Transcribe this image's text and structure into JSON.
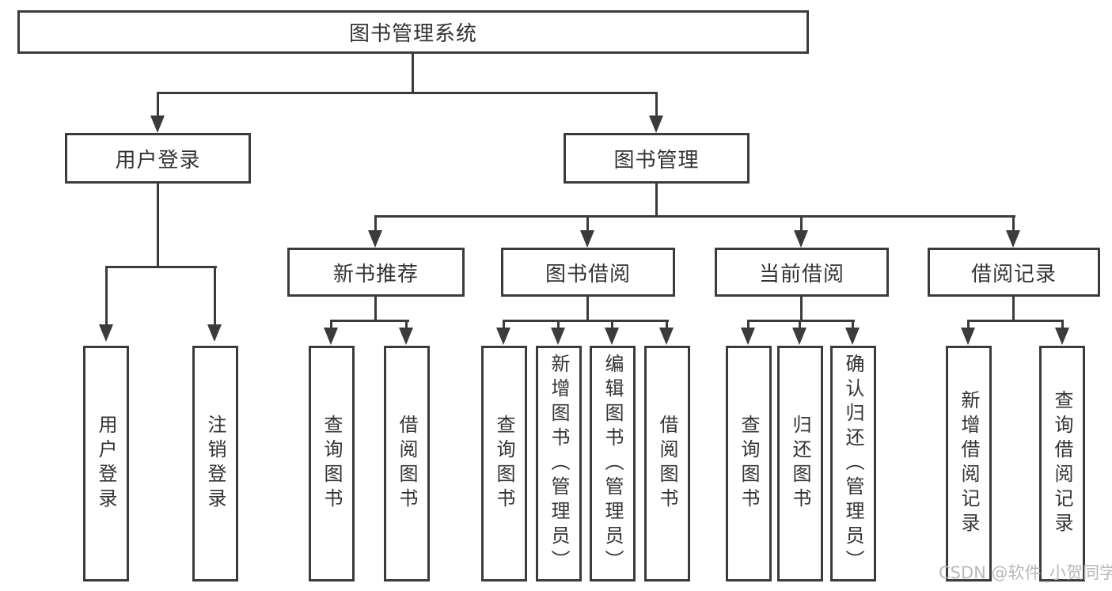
{
  "colors": {
    "line": "#3b3b3b",
    "text": "#333333",
    "background": "#ffffff",
    "watermark": "#b9b9b9"
  },
  "tree": {
    "root": {
      "label": "图书管理系统"
    },
    "branches": [
      {
        "label": "用户登录",
        "children": [
          {
            "label": "用户登录"
          },
          {
            "label": "注销登录"
          }
        ]
      },
      {
        "label": "图书管理",
        "sections": [
          {
            "label": "新书推荐",
            "children": [
              {
                "label": "查询图书"
              },
              {
                "label": "借阅图书"
              }
            ]
          },
          {
            "label": "图书借阅",
            "children": [
              {
                "label": "查询图书"
              },
              {
                "label": "新增图书（管理员）"
              },
              {
                "label": "编辑图书（管理员）"
              },
              {
                "label": "借阅图书"
              }
            ]
          },
          {
            "label": "当前借阅",
            "children": [
              {
                "label": "查询图书"
              },
              {
                "label": "归还图书"
              },
              {
                "label": "确认归还（管理员）"
              }
            ]
          },
          {
            "label": "借阅记录",
            "children": [
              {
                "label": "新增借阅记录"
              },
              {
                "label": "查询借阅记录"
              }
            ]
          }
        ]
      }
    ]
  },
  "watermark": {
    "text": "CSDN @软件_小贺同学"
  }
}
